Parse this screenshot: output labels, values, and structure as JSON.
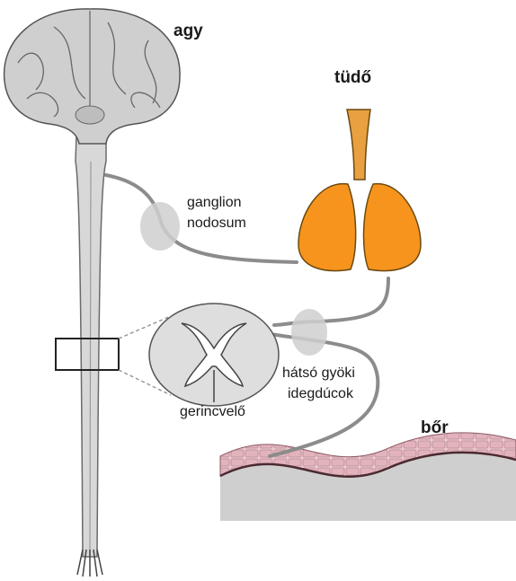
{
  "labels": {
    "brain": "agy",
    "lung": "tüdő",
    "nodose_line1": "ganglion",
    "nodose_line2": "nodosum",
    "drg_line1": "hátsó gyöki",
    "drg_line2": "idegdúcok",
    "spinal_cord": "gerincvelő",
    "skin": "bőr"
  },
  "colors": {
    "lung": "#f7941d",
    "trachea": "#e8a040",
    "nerve": "#8c8c8c",
    "cord": "#cfcfcf",
    "skin_cells": "#e3b3bd",
    "skin_line": "#4a2a30"
  }
}
